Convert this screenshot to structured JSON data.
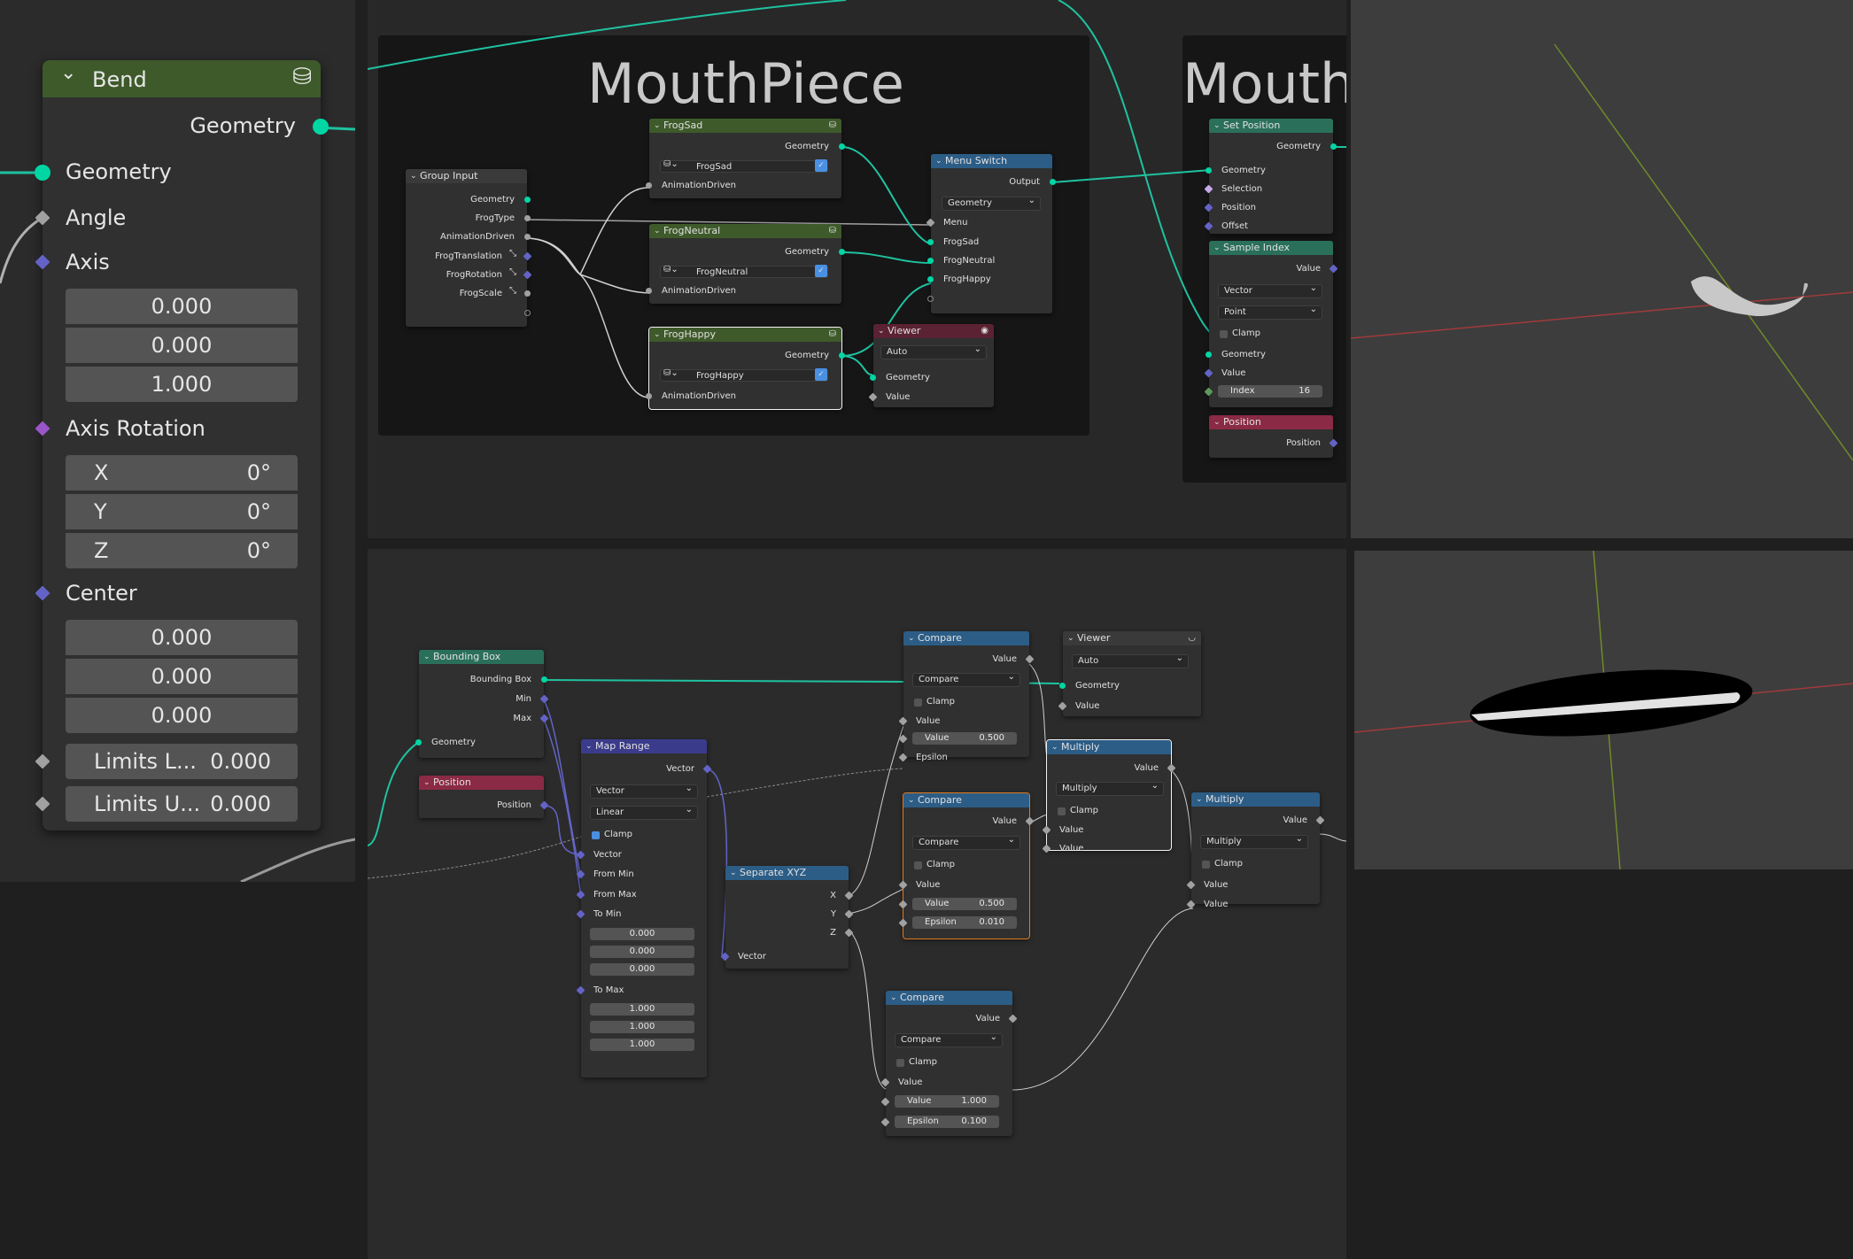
{
  "bend_node": {
    "title": "Bend",
    "header_icon": "node-group-icon",
    "output_geometry": "Geometry",
    "inputs": {
      "geometry": "Geometry",
      "angle": "Angle",
      "axis": "Axis",
      "axis_values": [
        "0.000",
        "0.000",
        "1.000"
      ],
      "axis_rotation": "Axis Rotation",
      "rot_x_label": "X",
      "rot_x": "0°",
      "rot_y_label": "Y",
      "rot_y": "0°",
      "rot_z_label": "Z",
      "rot_z": "0°",
      "center": "Center",
      "center_values": [
        "0.000",
        "0.000",
        "0.000"
      ],
      "limits_lower_label": "Limits L...",
      "limits_lower": "0.000",
      "limits_upper_label": "Limits U...",
      "limits_upper": "0.000"
    }
  },
  "top_editor": {
    "frame1_label": "MouthPiece",
    "frame2_label": "MouthLo",
    "group_input": {
      "title": "Group Input",
      "outputs": [
        "Geometry",
        "FrogType",
        "AnimationDriven",
        "FrogTranslation",
        "FrogRotation",
        "FrogScale"
      ]
    },
    "frogsad": {
      "title": "FrogSad",
      "out": "Geometry",
      "datablock": "FrogSad",
      "in": "AnimationDriven"
    },
    "frogneutral": {
      "title": "FrogNeutral",
      "out": "Geometry",
      "datablock": "FrogNeutral",
      "in": "AnimationDriven"
    },
    "froghappy": {
      "title": "FrogHappy",
      "out": "Geometry",
      "datablock": "FrogHappy",
      "in": "AnimationDriven"
    },
    "menu_switch": {
      "title": "Menu Switch",
      "output": "Output",
      "type": "Geometry",
      "menu": "Menu",
      "items": [
        "FrogSad",
        "FrogNeutral",
        "FrogHappy"
      ]
    },
    "viewer": {
      "title": "Viewer",
      "mode": "Auto",
      "geometry": "Geometry",
      "value": "Value"
    },
    "set_position": {
      "title": "Set Position",
      "out": "Geometry",
      "inputs": [
        "Geometry",
        "Selection",
        "Position",
        "Offset"
      ]
    },
    "sample_index": {
      "title": "Sample Index",
      "out": "Value",
      "type": "Vector",
      "domain": "Point",
      "clamp": "Clamp",
      "geometry": "Geometry",
      "value": "Value",
      "index_label": "Index",
      "index": "16"
    },
    "position": {
      "title": "Position",
      "out": "Position"
    }
  },
  "bottom_editor": {
    "bounding_box": {
      "title": "Bounding Box",
      "out_bb": "Bounding Box",
      "out_min": "Min",
      "out_max": "Max",
      "in_geo": "Geometry"
    },
    "position": {
      "title": "Position",
      "out": "Position"
    },
    "map_range": {
      "title": "Map Range",
      "out": "Vector",
      "type": "Vector",
      "interp": "Linear",
      "clamp": "Clamp",
      "vector": "Vector",
      "from_min": "From Min",
      "from_max": "From Max",
      "to_min": "To Min",
      "to_min_values": [
        "0.000",
        "0.000",
        "0.000"
      ],
      "to_max": "To Max",
      "to_max_values": [
        "1.000",
        "1.000",
        "1.000"
      ]
    },
    "separate_xyz": {
      "title": "Separate XYZ",
      "x": "X",
      "y": "Y",
      "z": "Z",
      "in": "Vector"
    },
    "compare1": {
      "title": "Compare",
      "out": "Value",
      "op": "Compare",
      "clamp": "Clamp",
      "value": "Value",
      "value_label": "Value",
      "value_num": "0.500",
      "epsilon": "Epsilon"
    },
    "compare2": {
      "title": "Compare",
      "out": "Value",
      "op": "Compare",
      "clamp": "Clamp",
      "value": "Value",
      "value_label": "Value",
      "value_num": "0.500",
      "epsilon_label": "Epsilon",
      "epsilon_num": "0.010"
    },
    "compare3": {
      "title": "Compare",
      "out": "Value",
      "op": "Compare",
      "clamp": "Clamp",
      "value": "Value",
      "value_label": "Value",
      "value_num": "1.000",
      "epsilon_label": "Epsilon",
      "epsilon_num": "0.100"
    },
    "viewer": {
      "title": "Viewer",
      "mode": "Auto",
      "geometry": "Geometry",
      "value": "Value"
    },
    "multiply1": {
      "title": "Multiply",
      "out": "Value",
      "op": "Multiply",
      "clamp": "Clamp",
      "in1": "Value",
      "in2": "Value"
    },
    "multiply2": {
      "title": "Multiply",
      "out": "Value",
      "op": "Multiply",
      "clamp": "Clamp",
      "in1": "Value",
      "in2": "Value"
    }
  },
  "colors": {
    "geometry_socket": "#00d6a3",
    "vector_socket": "#6363c7",
    "float_socket": "#a1a1a1",
    "wire_geo": "#1fc2a0"
  }
}
